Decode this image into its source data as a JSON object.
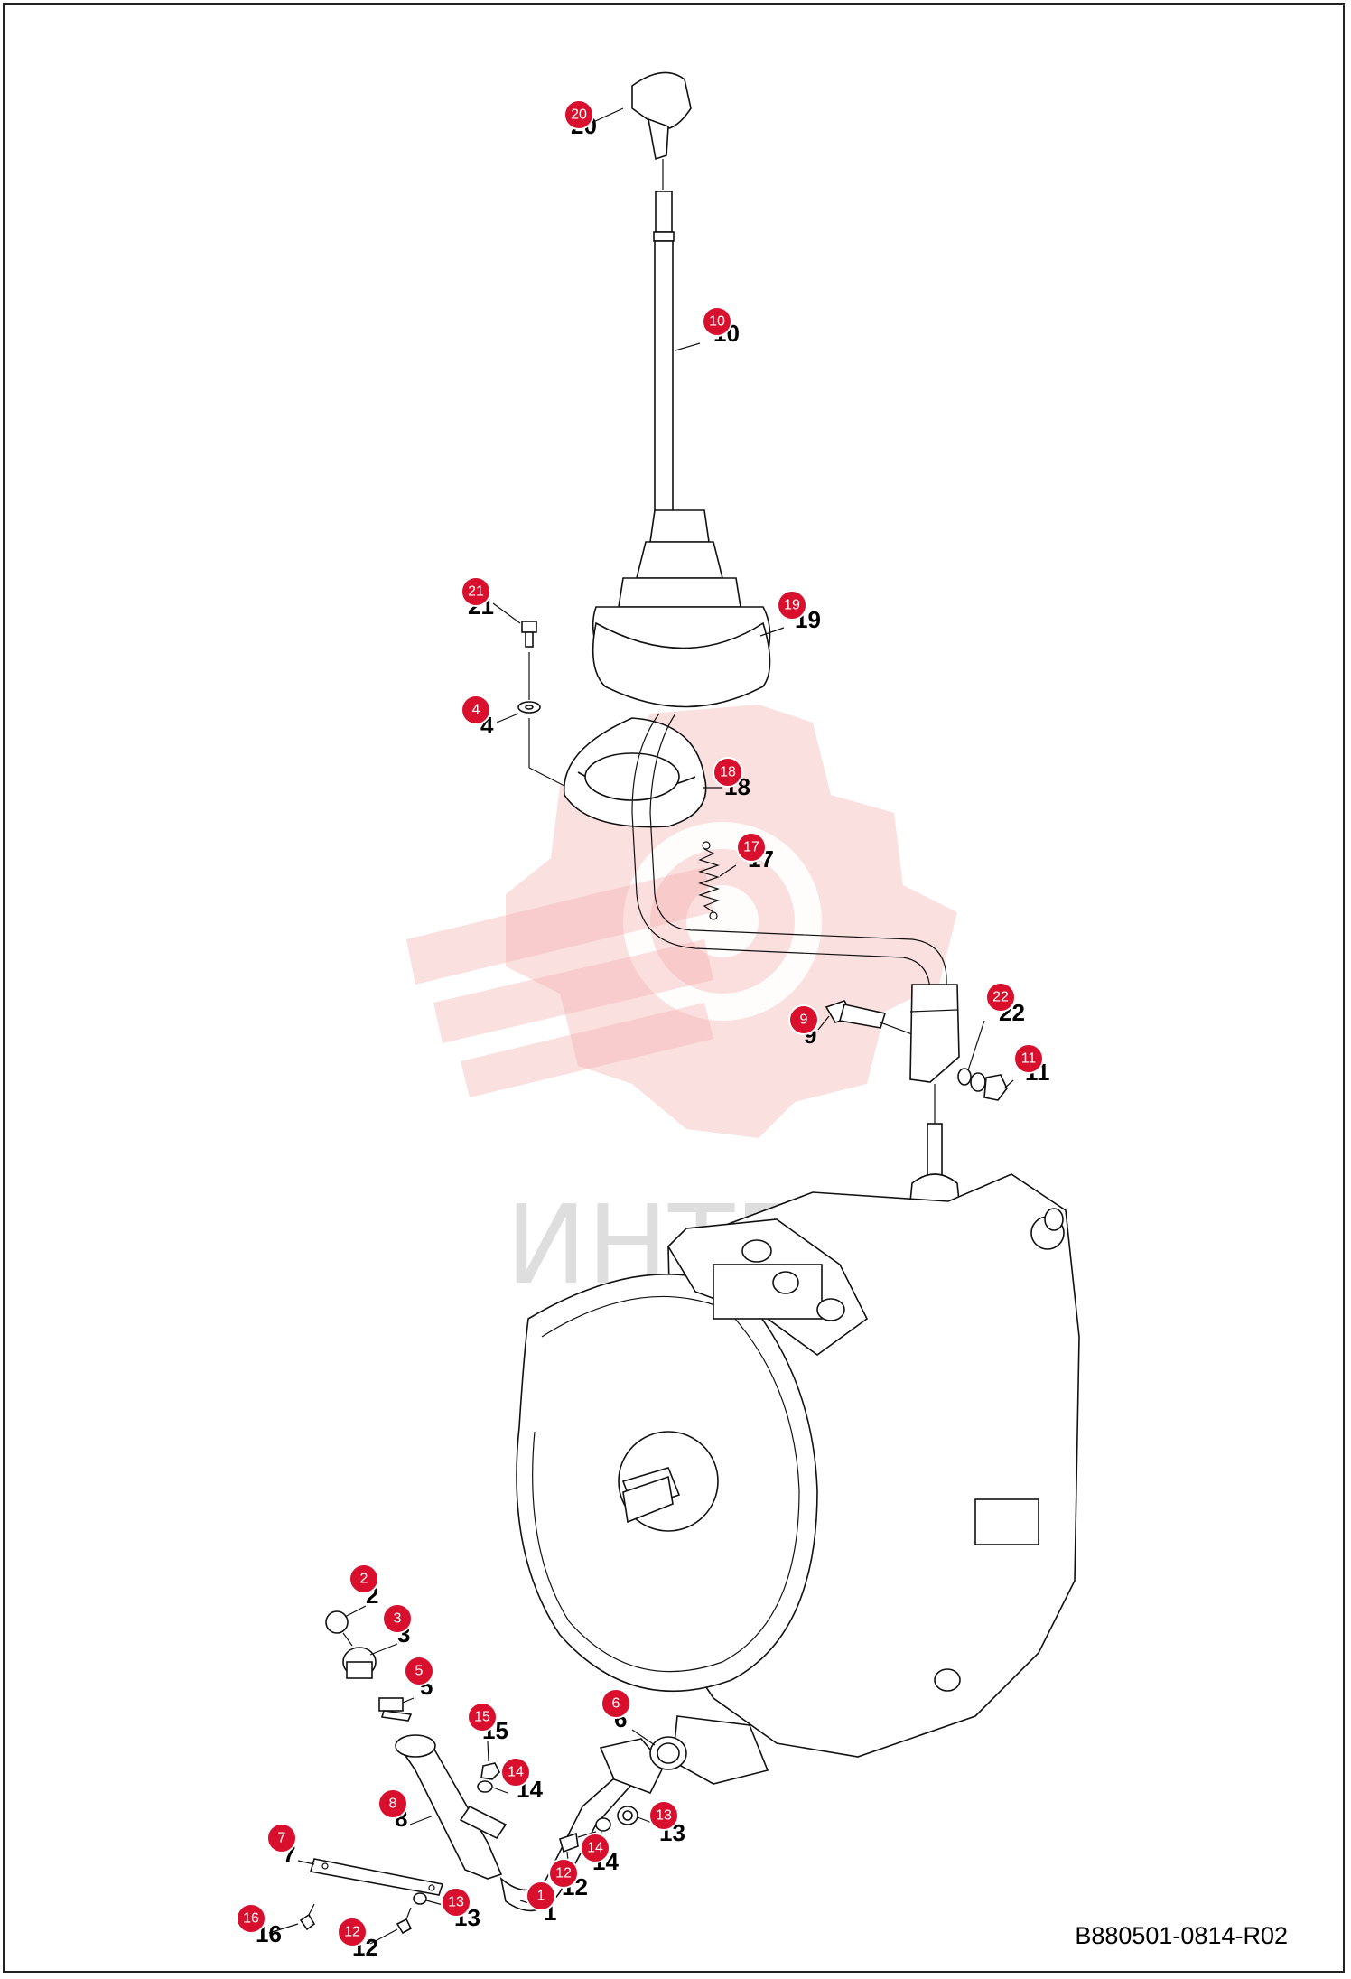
{
  "drawing": {
    "reference_code": "B880501-0814-R02",
    "watermark_text": "ИНТЕХ",
    "accent_color": "#d9102d",
    "callouts": [
      {
        "id": "20",
        "label": "20"
      },
      {
        "id": "10",
        "label": "10"
      },
      {
        "id": "21",
        "label": "21"
      },
      {
        "id": "19",
        "label": "19"
      },
      {
        "id": "4",
        "label": "4"
      },
      {
        "id": "18",
        "label": "18"
      },
      {
        "id": "17",
        "label": "17"
      },
      {
        "id": "9",
        "label": "9"
      },
      {
        "id": "22",
        "label": "22"
      },
      {
        "id": "11",
        "label": "11"
      },
      {
        "id": "2",
        "label": "2"
      },
      {
        "id": "3",
        "label": "3"
      },
      {
        "id": "5",
        "label": "5"
      },
      {
        "id": "6",
        "label": "6"
      },
      {
        "id": "15",
        "label": "15"
      },
      {
        "id": "14a",
        "label": "14"
      },
      {
        "id": "8",
        "label": "8"
      },
      {
        "id": "13a",
        "label": "13"
      },
      {
        "id": "7",
        "label": "7"
      },
      {
        "id": "14b",
        "label": "14"
      },
      {
        "id": "12a",
        "label": "12"
      },
      {
        "id": "1",
        "label": "1"
      },
      {
        "id": "13b",
        "label": "13"
      },
      {
        "id": "16",
        "label": "16"
      },
      {
        "id": "12b",
        "label": "12"
      }
    ]
  }
}
